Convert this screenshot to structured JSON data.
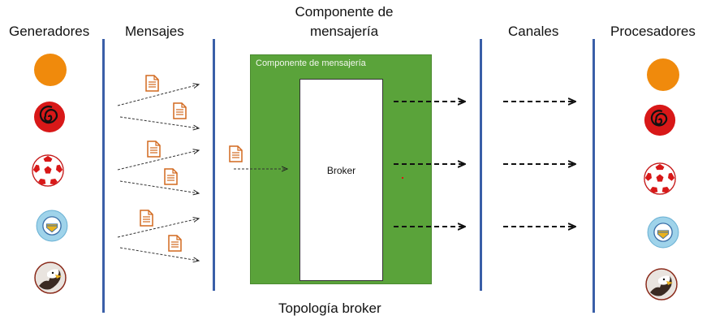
{
  "headers": {
    "generadores": "Generadores",
    "mensajes": "Mensajes",
    "componente_line1": "Componente de",
    "componente_line2": "mensajería",
    "canales": "Canales",
    "procesadores": "Procesadores"
  },
  "component": {
    "title": "Componente de mensajería",
    "broker_label": "Broker"
  },
  "caption": "Topología broker",
  "generators": [
    {
      "name": "orange-circle-icon"
    },
    {
      "name": "red-spiral-icon"
    },
    {
      "name": "soccer-ball-icon"
    },
    {
      "name": "blue-crest-icon"
    },
    {
      "name": "eagle-icon"
    }
  ],
  "processors": [
    {
      "name": "orange-circle-icon"
    },
    {
      "name": "red-spiral-icon"
    },
    {
      "name": "soccer-ball-icon"
    },
    {
      "name": "blue-crest-icon"
    },
    {
      "name": "eagle-icon"
    }
  ],
  "colors": {
    "divider": "#3a5fa8",
    "component_bg": "#5aa33a",
    "document_icon": "#d2691e",
    "orange": "#f08a0c",
    "red": "#d81818",
    "light_blue": "#9fd3ea"
  }
}
